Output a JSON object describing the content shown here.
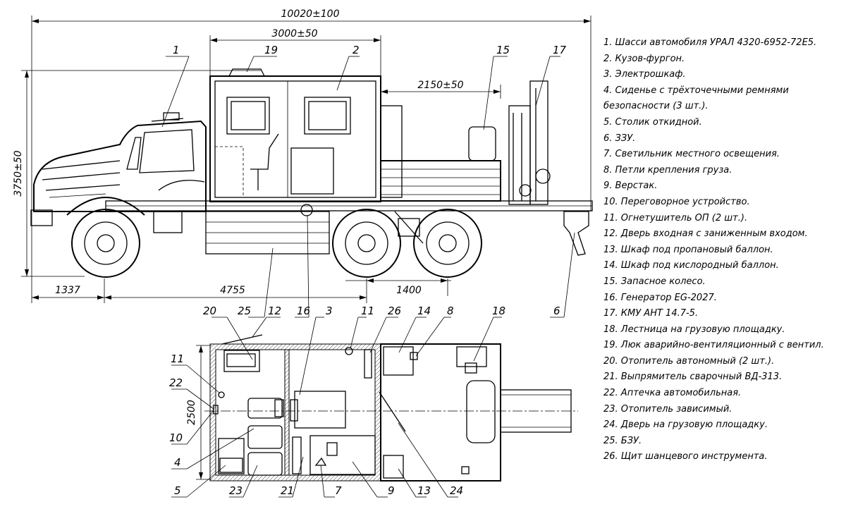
{
  "dimensions": {
    "overall_length": "10020±100",
    "body_length": "3000±50",
    "platform_length": "2150±50",
    "overall_height": "3750±50",
    "front_overhang": "1337",
    "wheelbase": "4755",
    "bogie_base": "1400",
    "body_width": "2500"
  },
  "callouts_side": [
    "1",
    "19",
    "2",
    "15",
    "17",
    "6",
    "25",
    "16",
    "3",
    "11",
    "26",
    "14",
    "8",
    "18"
  ],
  "callouts_plan": [
    "20",
    "12",
    "11",
    "22",
    "10",
    "4",
    "5",
    "23",
    "21",
    "7",
    "9",
    "13",
    "24"
  ],
  "legend": [
    "1. Шасси автомобиля УРАЛ 4320-6952-72Е5.",
    "2. Кузов-фургон.",
    "3. Электрошкаф.",
    "4. Сиденье с трёхточечными ремнями безопасности (3 шт.).",
    "5. Столик откидной.",
    "6. ЗЗУ.",
    "7. Светильник местного освещения.",
    "8. Петли крепления груза.",
    "9. Верстак.",
    "10. Переговорное устройство.",
    "11. Огнетушитель ОП (2 шт.).",
    "12. Дверь входная с заниженным входом.",
    "13. Шкаф под пропановый баллон.",
    "14. Шкаф под кислородный баллон.",
    "15. Запасное колесо.",
    "16. Генератор EG-2027.",
    "17. КМУ АНТ 14.7-5.",
    "18. Лестница на грузовую площадку.",
    "19. Люк аварийно-вентиляционный с вентил.",
    "20. Отопитель автономный (2 шт.).",
    "21. Выпрямитель сварочный ВД-313.",
    "22. Аптечка автомобильная.",
    "23. Отопитель зависимый.",
    "24. Дверь на грузовую площадку.",
    "25. БЗУ.",
    "26. Щит шанцевого инструмента."
  ]
}
